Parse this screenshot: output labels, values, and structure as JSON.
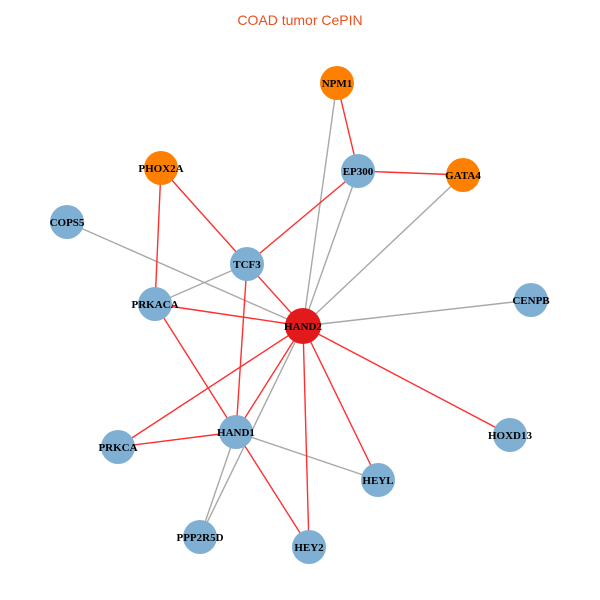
{
  "title": "COAD tumor CePIN",
  "colors": {
    "hub": "#e31a1c",
    "highlight": "#ff7f00",
    "normal": "#7fafd3",
    "red_edge": "#ff3030",
    "gray_edge": "#a8a8a8"
  },
  "nodes": [
    {
      "id": "NPM1",
      "type": "highlight"
    },
    {
      "id": "EP300",
      "type": "normal"
    },
    {
      "id": "GATA4",
      "type": "highlight"
    },
    {
      "id": "PHOX2A",
      "type": "highlight"
    },
    {
      "id": "COPS5",
      "type": "normal"
    },
    {
      "id": "TCF3",
      "type": "normal"
    },
    {
      "id": "PRKACA",
      "type": "normal"
    },
    {
      "id": "HAND2",
      "type": "hub"
    },
    {
      "id": "CENPB",
      "type": "normal"
    },
    {
      "id": "HAND1",
      "type": "normal"
    },
    {
      "id": "PRKCA",
      "type": "normal"
    },
    {
      "id": "HOXD13",
      "type": "normal"
    },
    {
      "id": "HEYL",
      "type": "normal"
    },
    {
      "id": "PPP2R5D",
      "type": "normal"
    },
    {
      "id": "HEY2",
      "type": "normal"
    }
  ],
  "edges": [
    [
      "NPM1",
      "HAND2",
      "gray"
    ],
    [
      "EP300",
      "HAND2",
      "gray"
    ],
    [
      "GATA4",
      "HAND2",
      "gray"
    ],
    [
      "COPS5",
      "HAND2",
      "gray"
    ],
    [
      "TCF3",
      "PRKACA",
      "gray"
    ],
    [
      "HAND2",
      "CENPB",
      "gray"
    ],
    [
      "HAND1",
      "HEYL",
      "gray"
    ],
    [
      "HAND2",
      "PPP2R5D",
      "gray"
    ],
    [
      "HAND1",
      "PPP2R5D",
      "gray"
    ],
    [
      "NPM1",
      "EP300",
      "red"
    ],
    [
      "EP300",
      "GATA4",
      "red"
    ],
    [
      "EP300",
      "TCF3",
      "red"
    ],
    [
      "PHOX2A",
      "TCF3",
      "red"
    ],
    [
      "PHOX2A",
      "PRKACA",
      "red"
    ],
    [
      "TCF3",
      "HAND2",
      "red"
    ],
    [
      "TCF3",
      "HAND1",
      "red"
    ],
    [
      "PRKACA",
      "HAND2",
      "red"
    ],
    [
      "PRKACA",
      "HAND1",
      "red"
    ],
    [
      "HAND2",
      "PRKCA",
      "red"
    ],
    [
      "HAND2",
      "HAND1",
      "red"
    ],
    [
      "HAND2",
      "HEYL",
      "red"
    ],
    [
      "HAND2",
      "HEY2",
      "red"
    ],
    [
      "HAND2",
      "HOXD13",
      "red"
    ],
    [
      "PRKCA",
      "HAND1",
      "red"
    ],
    [
      "HAND1",
      "HEY2",
      "red"
    ]
  ]
}
